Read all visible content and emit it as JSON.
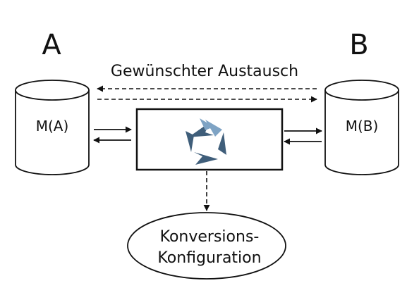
{
  "systems": {
    "a": {
      "letter": "A",
      "model": "M(A)"
    },
    "b": {
      "letter": "B",
      "model": "M(B)"
    }
  },
  "desired_exchange": "Gewünschter Austausch",
  "converter": {
    "icon": "converter-swirl-icon",
    "colors": [
      "#3f5e7a",
      "#7ea3c4"
    ]
  },
  "configuration": {
    "line1": "Konversions-",
    "line2": "Konfiguration"
  }
}
